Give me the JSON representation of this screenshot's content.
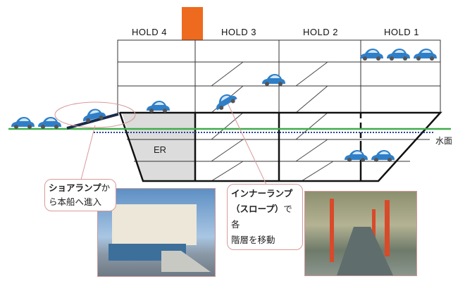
{
  "holds": [
    "HOLD 4",
    "HOLD 3",
    "HOLD 2",
    "HOLD 1"
  ],
  "engine_room": "ER",
  "water_label": "水面",
  "callout_shore": {
    "bold": "ショアランプ",
    "text1": "か",
    "text2": "ら本船へ進入"
  },
  "callout_inner": {
    "bold1": "インナーランプ",
    "bold2": "（スロープ）",
    "text1": "で各",
    "text2": "階層を移動"
  },
  "colors": {
    "car": "#2f7fc8",
    "funnel": "#ee6a1e",
    "waterline": "#3fae49",
    "dotted": "#2b3f9a",
    "callout_border": "#d99a9a"
  }
}
